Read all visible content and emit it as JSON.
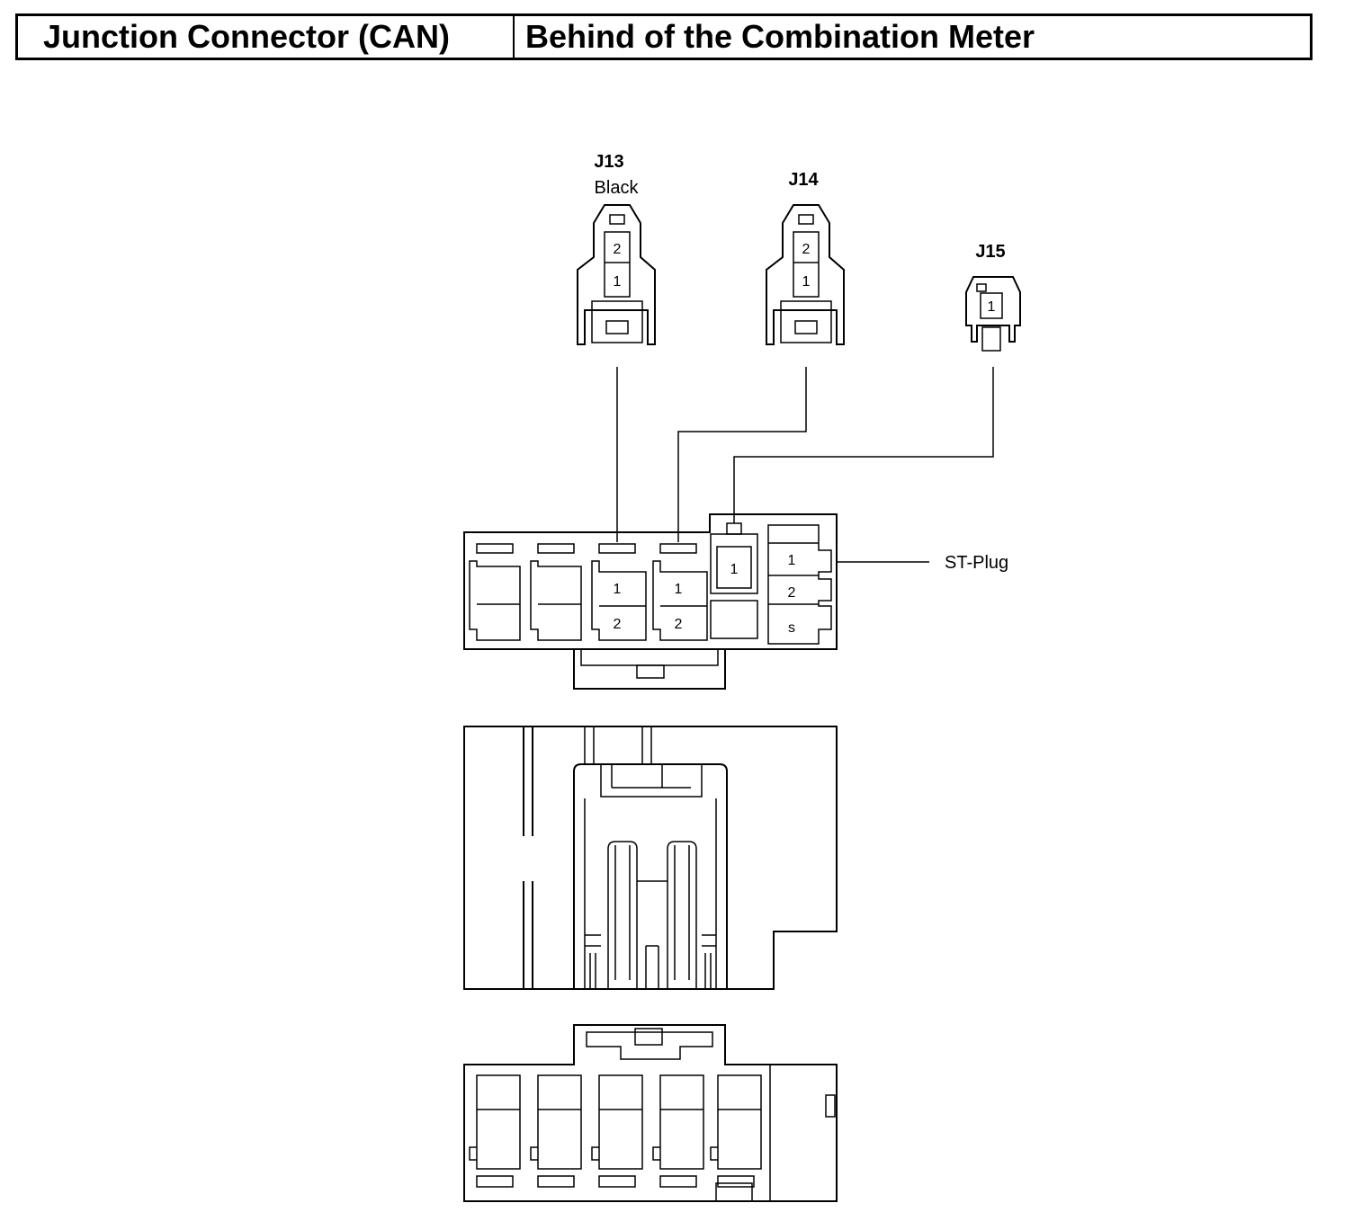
{
  "header": {
    "component": "Junction Connector (CAN)",
    "location": "Behind of the Combination Meter"
  },
  "connectors": {
    "j13": {
      "id": "J13",
      "color": "Black",
      "pins": [
        "2",
        "1"
      ]
    },
    "j14": {
      "id": "J14",
      "pins": [
        "2",
        "1"
      ]
    },
    "j15": {
      "id": "J15",
      "pins": [
        "1"
      ]
    }
  },
  "block": {
    "slot3_pins": [
      "1",
      "2"
    ],
    "slot4_pins": [
      "1",
      "2"
    ],
    "slot5_pin": "1",
    "st_plug": {
      "label": "ST-Plug",
      "pins": [
        "1",
        "2",
        "s"
      ]
    }
  }
}
